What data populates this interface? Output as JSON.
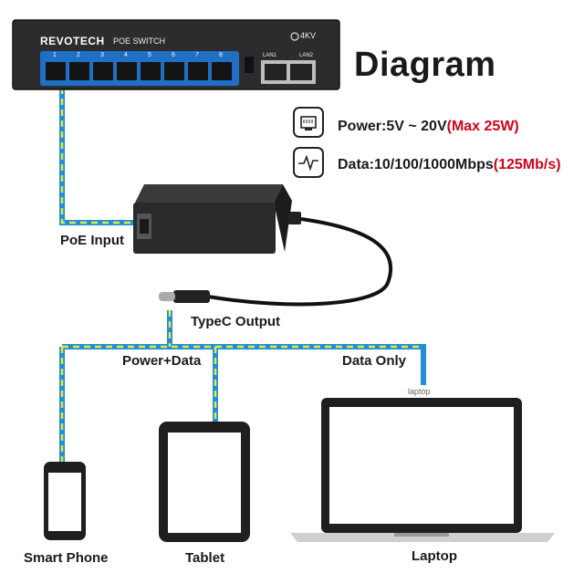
{
  "switch": {
    "brand": "REVOTECH",
    "model": "POE SWITCH",
    "surge": "4KV",
    "port_numbers": [
      "1",
      "2",
      "3",
      "4",
      "5",
      "6",
      "7",
      "8"
    ],
    "lan1": "LAN1",
    "lan2": "LAN2"
  },
  "title": "Diagram",
  "specs": {
    "power_label": "Power:5V ~ 20V",
    "power_max": "(Max 25W)",
    "data_label": "Data:10/100/1000Mbps",
    "data_rate": "(125Mb/s)"
  },
  "labels": {
    "poe_input": "PoE Input",
    "typec_output": "TypeC Output",
    "power_data": "Power+Data",
    "data_only": "Data Only"
  },
  "devices": {
    "phone": "Smart Phone",
    "tablet": "Tablet",
    "laptop_top": "laptop",
    "laptop": "Laptop"
  },
  "colors": {
    "cable_blue": "#1e8fd8",
    "cable_yellow": "#e6e83a",
    "highlight_red": "#d0021b",
    "device_dark": "#1f1f1f"
  }
}
